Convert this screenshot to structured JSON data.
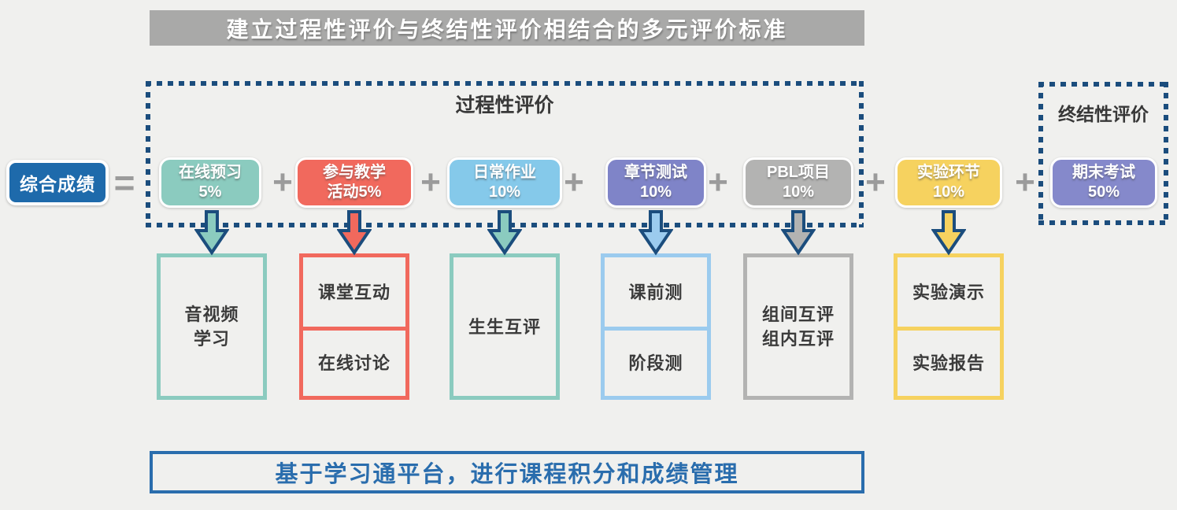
{
  "title_banner": {
    "text": "建立过程性评价与终结性评价相结合的多元评价标准"
  },
  "result": {
    "label": "综合成绩"
  },
  "operators": {
    "equals": "=",
    "plus": "+"
  },
  "process_group": {
    "label": "过程性评价",
    "items": [
      {
        "line1": "在线预习",
        "line2": "5%"
      },
      {
        "line1": "参与教学",
        "line2": "活动5%"
      },
      {
        "line1": "日常作业",
        "line2": "10%"
      },
      {
        "line1": "章节测试",
        "line2": "10%"
      },
      {
        "line1": "PBL项目",
        "line2": "10%"
      }
    ]
  },
  "lab_item": {
    "line1": "实验环节",
    "line2": "10%"
  },
  "final_group": {
    "label": "终结性评价",
    "item": {
      "line1": "期末考试",
      "line2": "50%"
    }
  },
  "columns": [
    {
      "cells": [
        {
          "lines": [
            "音视频",
            "学习"
          ]
        }
      ]
    },
    {
      "cells": [
        {
          "lines": [
            "课堂互动"
          ]
        },
        {
          "lines": [
            "在线讨论"
          ]
        }
      ]
    },
    {
      "cells": [
        {
          "lines": [
            "生生互评"
          ]
        }
      ]
    },
    {
      "cells": [
        {
          "lines": [
            "课前测"
          ]
        },
        {
          "lines": [
            "阶段测"
          ]
        }
      ]
    },
    {
      "cells": [
        {
          "lines": [
            "组间互评",
            "组内互评"
          ]
        }
      ]
    },
    {
      "cells": [
        {
          "lines": [
            "实验演示"
          ]
        },
        {
          "lines": [
            "实验报告"
          ]
        }
      ]
    }
  ],
  "bottom_banner": {
    "text": "基于学习通平台，进行课程积分和成绩管理"
  },
  "colors": {
    "background": "#f0f0ee",
    "banner_gray": "#a9a9a8",
    "navy": "#1b4d7d",
    "result_blue": "#1e6aab",
    "teal": "#8bcbbf",
    "red": "#f1695d",
    "sky": "#85c9ea",
    "sky_light": "#9bcbee",
    "purple": "#7f84c8",
    "purple_light": "#8589cb",
    "gray": "#b3b3b2",
    "yellow": "#f6d25f",
    "operator_gray": "#9b9b9b",
    "bottom_blue": "#2a6dad"
  }
}
